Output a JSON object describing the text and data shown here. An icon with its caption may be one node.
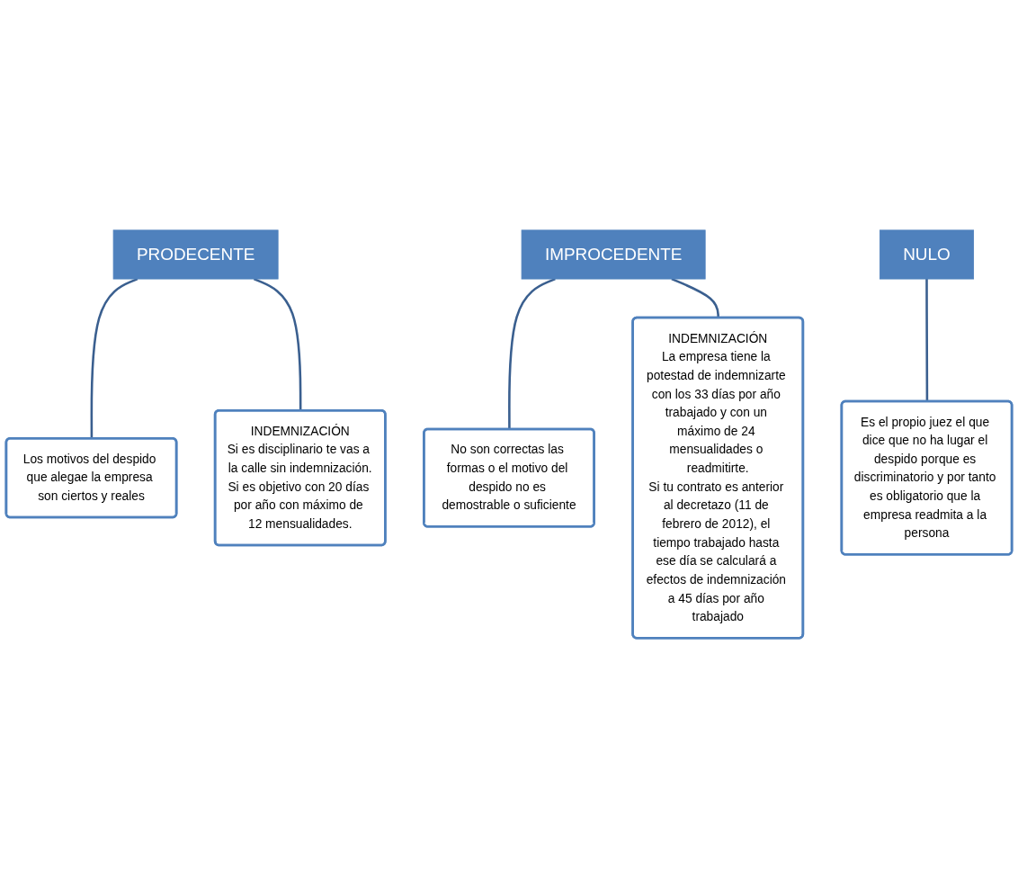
{
  "diagram": {
    "nodes": [
      {
        "text": [
          "PRODECENTE"
        ]
      },
      {
        "text": [
          "Los motivos del despido que alegae la empresa son ciertos y reales"
        ]
      },
      {
        "text": [
          "INDEMNIZACIÓN",
          "Si es disciplinario te vas a la calle sin indemnización.",
          "Si es objetivo con 20 días por año con máximo de 12 mensualidades."
        ]
      },
      {
        "text": [
          "IMPROCEDENTE"
        ]
      },
      {
        "text": [
          "No son correctas las formas o el motivo del despido no es demostrable o suficiente"
        ]
      },
      {
        "text": [
          "INDEMNIZACIÓN",
          "La empresa tiene la potestad de indemnizarte con los 33 días por año trabajado y con un máximo de 24 mensualidades o readmitirte.",
          "Si tu contrato es anterior al decretazo (11 de febrero de 2012), el tiempo trabajado hasta ese día se calculará a efectos de indemnización a 45 días por año trabajado"
        ]
      },
      {
        "text": [
          "NULO"
        ]
      },
      {
        "text": [
          "Es el propio juez el que dice que no ha lugar el despido porque es discriminatorio y por tanto es obligatorio que la empresa readmita a la persona"
        ]
      }
    ],
    "edges": [
      {
        "from": 0,
        "to": 1,
        "arrow": "none"
      },
      {
        "from": 0,
        "to": 2,
        "arrow": "none"
      },
      {
        "from": 3,
        "to": 4,
        "arrow": "none"
      },
      {
        "from": 3,
        "to": 5,
        "arrow": "none"
      },
      {
        "from": 6,
        "to": 7,
        "arrow": "none"
      }
    ]
  }
}
